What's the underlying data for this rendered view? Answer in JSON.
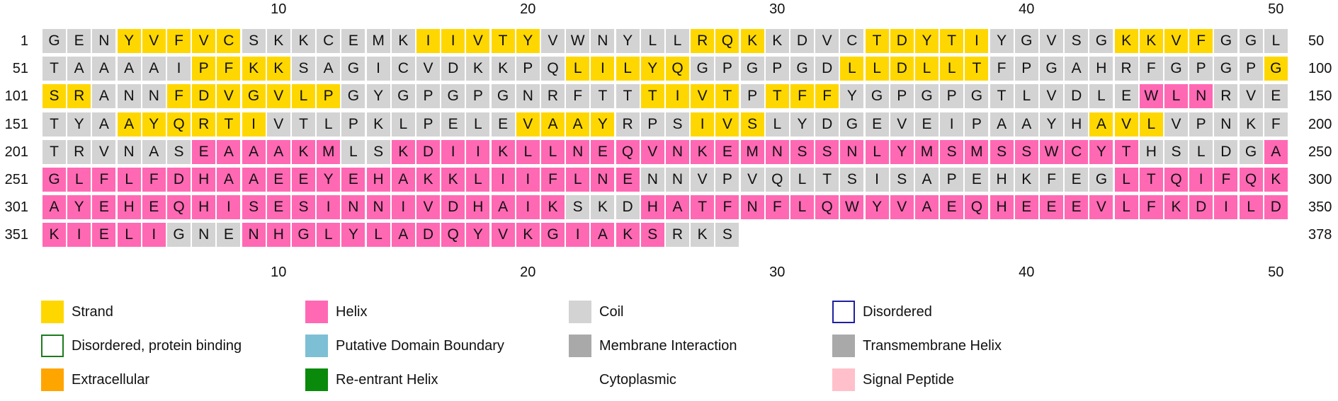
{
  "ruler_labels": [
    "10",
    "20",
    "30",
    "40",
    "50"
  ],
  "rows": [
    {
      "start": "1",
      "end": "50",
      "seq": "GENYVFVCSKKCEMKIIVTYVWNYLLRQKKDVCTDYTIYGVSGKKVFGGL",
      "ss": "CCCEEEEECCCCCCCEEEEECCCCCCEEECCCCEEEEECCCCCEEEECCC"
    },
    {
      "start": "51",
      "end": "100",
      "seq": "TAAAAIPFKKSAGICVDKKPQLILYQGPGPGDLLDLLTFPGAHRFGPGPG",
      "ss": "CCCCCCEEEECCCCCCCCCCCEEEEECCCCCCEEEEEECCCCCCCCCCCE"
    },
    {
      "start": "101",
      "end": "150",
      "seq": "SRANNFDVGVLPGYGPGPGNRFTTTIVTPTFFYGPGPGTLVDLEWLNRVE",
      "ss": "EECCCEEEEEEECCCCCCCCCCCCEEEECEEECCCCCCCCCCCCHHHCCC"
    },
    {
      "start": "151",
      "end": "200",
      "seq": "TYAAYQRTIVTLPKLPELEVAAYRPSIVSLYDGEVEIPAAYHAVLVPNKF",
      "ss": "CCCEEEEEECCCCCCCCCCEEEECCCEEECCCCCCCCCCCCCEEECCCCC"
    },
    {
      "start": "201",
      "end": "250",
      "seq": "TRVNASEAAAKMLSKDIIKLLNEQVNKEMNSSNLYMSMSSWCYTHSLDGA",
      "ss": "CCCCCCHHHHHHCCHHHHHHHHHHHHHHHHHHHHHHHHHHHHHHCCCCCH"
    },
    {
      "start": "251",
      "end": "300",
      "seq": "GLFLFDHAAEEYEHAKKLIIFLNENNVPVQLTSISAPEHKFEGLTQIFQK",
      "ss": "HHHHHHHHHHHHHHHHHHHHHHHHCCCCCCCCCCCCCCCCCCCHHHHHHH"
    },
    {
      "start": "301",
      "end": "350",
      "seq": "AYEHEQHISESINNIVDHAIKSKDHATFNFLQWYVAEQHEEEVLFKDILD",
      "ss": "HHHHHHHHHHHHHHHHHHHHHCCCHHHHHHHHHHHHHHHHHHHHHHHHHH"
    },
    {
      "start": "351",
      "end": "378",
      "seq": "KIELIGNENHGLYLADQYVKGIAKSRKS",
      "ss": "HHHHHCCCHHHHHHHHHHHHHHHHHCCC"
    }
  ],
  "colors": {
    "E": "#FFD700",
    "H": "#FF69B4",
    "C": "#D3D3D3"
  },
  "legend": [
    {
      "label": "Strand",
      "fill": "#FFD700",
      "border": "none"
    },
    {
      "label": "Helix",
      "fill": "#FF69B4",
      "border": "none"
    },
    {
      "label": "Coil",
      "fill": "#D3D3D3",
      "border": "none"
    },
    {
      "label": "Disordered",
      "fill": "#FFFFFF",
      "border": "#1F1FA0"
    },
    {
      "label": "Disordered, protein binding",
      "fill": "#FFFFFF",
      "border": "#1E7A1E"
    },
    {
      "label": "Putative Domain Boundary",
      "fill": "#7DBFD4",
      "border": "none"
    },
    {
      "label": "Membrane Interaction",
      "fill": "#A9A9A9",
      "border": "none"
    },
    {
      "label": "Transmembrane Helix",
      "fill": "#A9A9A9",
      "border": "none"
    },
    {
      "label": "Extracellular",
      "fill": "#FFA500",
      "border": "none"
    },
    {
      "label": "Re-entrant Helix",
      "fill": "#0A8A0A",
      "border": "none"
    },
    {
      "label": "Cytoplasmic",
      "fill": "#FFFFFF",
      "border": "none"
    },
    {
      "label": "Signal Peptide",
      "fill": "#FFC0CB",
      "border": "none"
    }
  ]
}
